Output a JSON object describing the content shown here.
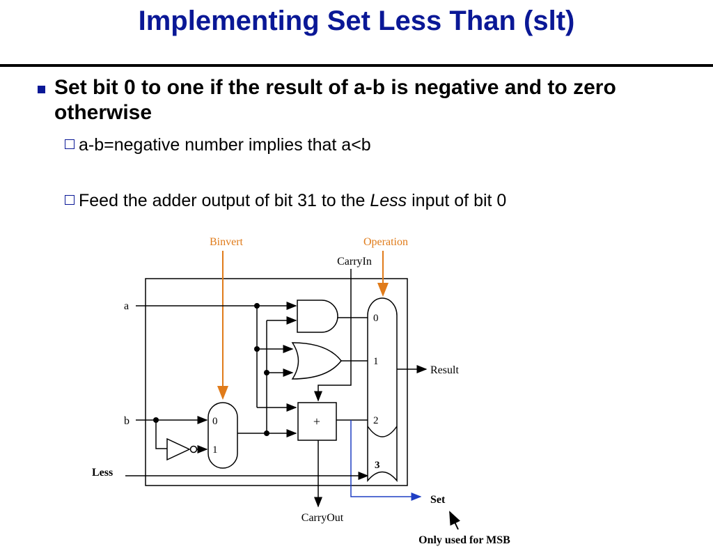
{
  "slide": {
    "title": "Implementing Set Less Than (slt)",
    "bullet_main": "Set bit 0 to one if the result of a-b is negative and to zero otherwise",
    "sub1": "a-b=negative number implies that a<b",
    "sub2_before": "Feed the adder output of bit 31 to the ",
    "sub2_emph": "Less",
    "sub2_after": " input of bit 0"
  },
  "diagram": {
    "label_binvert": "Binvert",
    "label_operation": "Operation",
    "label_carryin": "CarryIn",
    "label_a": "a",
    "label_b": "b",
    "label_less": "Less",
    "label_result": "Result",
    "label_set": "Set",
    "label_carryout": "CarryOut",
    "label_note": "Only used for MSB",
    "adder_symbol": "+",
    "mux_in": [
      "0",
      "1",
      "2",
      "3"
    ],
    "bmux_in": [
      "0",
      "1"
    ],
    "colors": {
      "control": "#e07b1a",
      "set_wire": "#1f3fc4",
      "title": "#0a1896"
    }
  }
}
